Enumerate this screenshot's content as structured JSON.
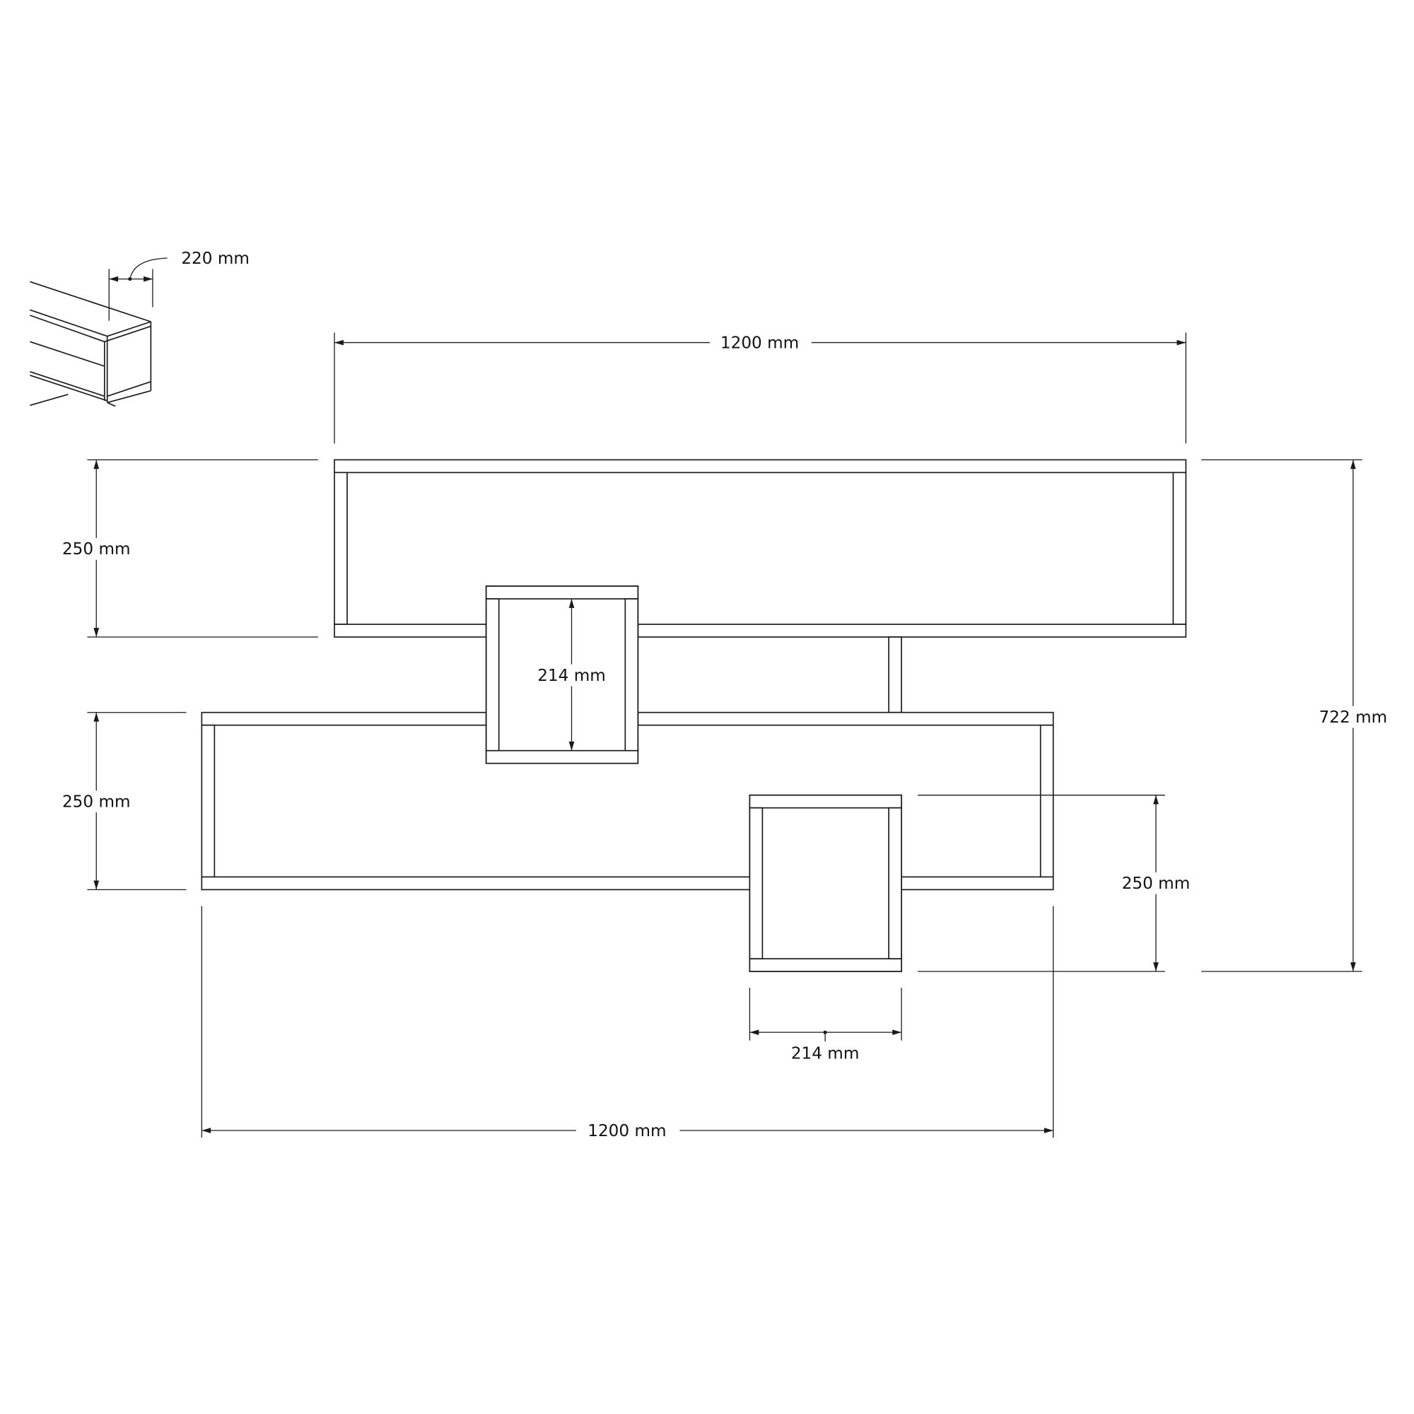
{
  "drawing": {
    "inset_depth_label": "220 mm",
    "top_shelf_width_label": "1200 mm",
    "top_shelf_height_label": "250 mm",
    "bottom_shelf_height_label": "250 mm",
    "cube1_inner_height_label": "214 mm",
    "total_height_label": "722 mm",
    "cube2_height_label": "250 mm",
    "cube2_inner_width_label": "214 mm",
    "bottom_shelf_width_label": "1200 mm"
  }
}
